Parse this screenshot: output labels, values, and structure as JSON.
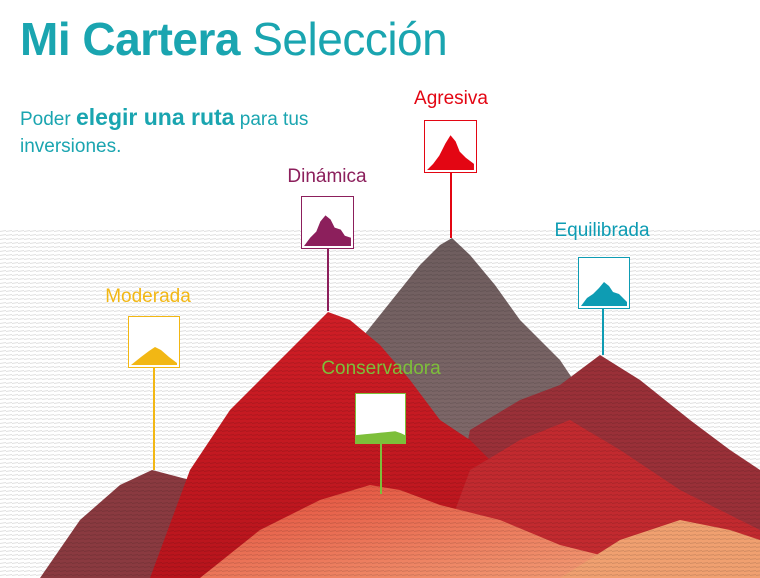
{
  "header": {
    "title_bold": "Mi Cartera",
    "title_light": "Selección"
  },
  "intro": {
    "text_before": "Poder ",
    "text_strong": "elegir una ruta",
    "text_after": " para tus inversiones."
  },
  "portfolios": [
    {
      "id": "moderada",
      "label": "Moderada",
      "color": "#f2b714",
      "icon": "low-mountain-icon"
    },
    {
      "id": "dinamica",
      "label": "Dinámica",
      "color": "#8c1f5c",
      "icon": "mountain-icon"
    },
    {
      "id": "agresiva",
      "label": "Agresiva",
      "color": "#e30613",
      "icon": "tall-mountain-icon"
    },
    {
      "id": "equilibrada",
      "label": "Equilibrada",
      "color": "#0e9cb3",
      "icon": "mountain-icon"
    },
    {
      "id": "conservadora",
      "label": "Conservadora",
      "color": "#7dbf3a",
      "icon": "flat-hill-icon"
    }
  ]
}
